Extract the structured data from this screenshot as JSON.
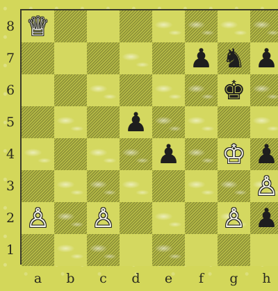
{
  "ranks": [
    "8",
    "7",
    "6",
    "5",
    "4",
    "3",
    "2",
    "1"
  ],
  "files": [
    "a",
    "b",
    "c",
    "d",
    "e",
    "f",
    "g",
    "h"
  ],
  "pieces": {
    "a8": {
      "color": "white",
      "type": "queen",
      "glyph": "♕"
    },
    "f7": {
      "color": "black",
      "type": "pawn",
      "glyph": "♟"
    },
    "g7": {
      "color": "black",
      "type": "knight",
      "glyph": "♞"
    },
    "h7": {
      "color": "black",
      "type": "pawn",
      "glyph": "♟"
    },
    "g6": {
      "color": "black",
      "type": "king",
      "glyph": "♚"
    },
    "d5": {
      "color": "black",
      "type": "pawn",
      "glyph": "♟"
    },
    "e4": {
      "color": "black",
      "type": "pawn",
      "glyph": "♟"
    },
    "g4": {
      "color": "white",
      "type": "king",
      "glyph": "♔"
    },
    "h4": {
      "color": "black",
      "type": "pawn",
      "glyph": "♟"
    },
    "h3": {
      "color": "white",
      "type": "pawn",
      "glyph": "♙"
    },
    "a2": {
      "color": "white",
      "type": "pawn",
      "glyph": "♙"
    },
    "c2": {
      "color": "white",
      "type": "pawn",
      "glyph": "♙"
    },
    "g2": {
      "color": "white",
      "type": "pawn",
      "glyph": "♙"
    },
    "h2": {
      "color": "black",
      "type": "pawn",
      "glyph": "♟"
    }
  },
  "colors": {
    "light_square": "#d4d860",
    "dark_square": "#b5ba45",
    "black_piece": "#1e1e1e",
    "white_piece": "#f4f4e8"
  }
}
